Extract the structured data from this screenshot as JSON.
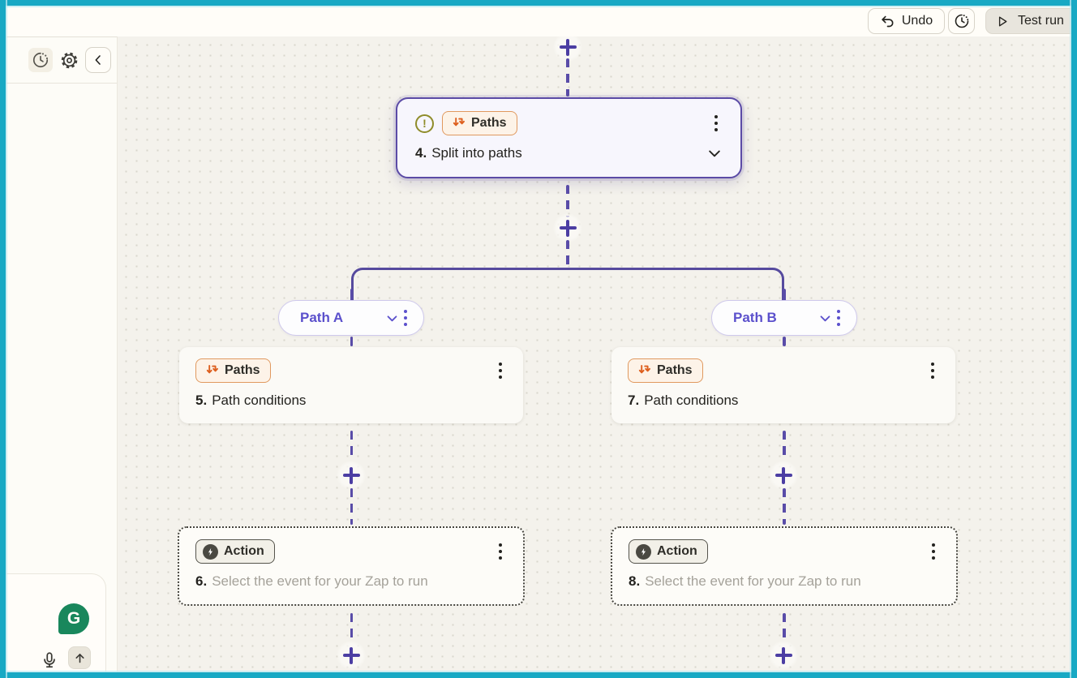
{
  "topbar": {
    "undo_label": "Undo",
    "test_run_label": "Test run"
  },
  "flow": {
    "trigger": {
      "badge": "Paths",
      "step": "4.",
      "title": "Split into paths"
    },
    "paths": [
      {
        "label": "Path A"
      },
      {
        "label": "Path B"
      }
    ],
    "left": {
      "condition": {
        "badge": "Paths",
        "step": "5.",
        "title": "Path conditions"
      },
      "action": {
        "badge": "Action",
        "step": "6.",
        "title": "Select the event for your Zap to run"
      }
    },
    "right": {
      "condition": {
        "badge": "Paths",
        "step": "7.",
        "title": "Path conditions"
      },
      "action": {
        "badge": "Action",
        "step": "8.",
        "title": "Select the event for your Zap to run"
      }
    },
    "warning_glyph": "!"
  },
  "assistant": {
    "grammarly_glyph": "G"
  },
  "icons": [
    "undo-icon",
    "timer-icon",
    "play-icon",
    "gear-icon",
    "collapse-left-icon",
    "paths-split-icon",
    "warning-icon",
    "kebab-menu-icon",
    "chevron-down-icon",
    "plus-icon",
    "bolt-icon",
    "grammarly-icon",
    "microphone-icon",
    "arrow-up-icon"
  ],
  "colors": {
    "frame_teal": "#18a9c4",
    "accent_purple": "#5b4ba6",
    "line_purple": "#594ca8",
    "pill_text_purple": "#5b50cc",
    "badge_orange_border": "#e0995f",
    "badge_orange_bg": "#fdf3e8",
    "badge_icon_orange": "#dd5f1e",
    "warning_olive": "#8f8c2a",
    "canvas_bg": "#f4f2ec",
    "panel_bg": "#fffdf8",
    "node_bg": "#fbfaf6",
    "text_dark": "#23221e",
    "text_muted": "#a5a29a",
    "grammarly_green": "#19875c",
    "test_run_bg": "#e8e5dd"
  }
}
